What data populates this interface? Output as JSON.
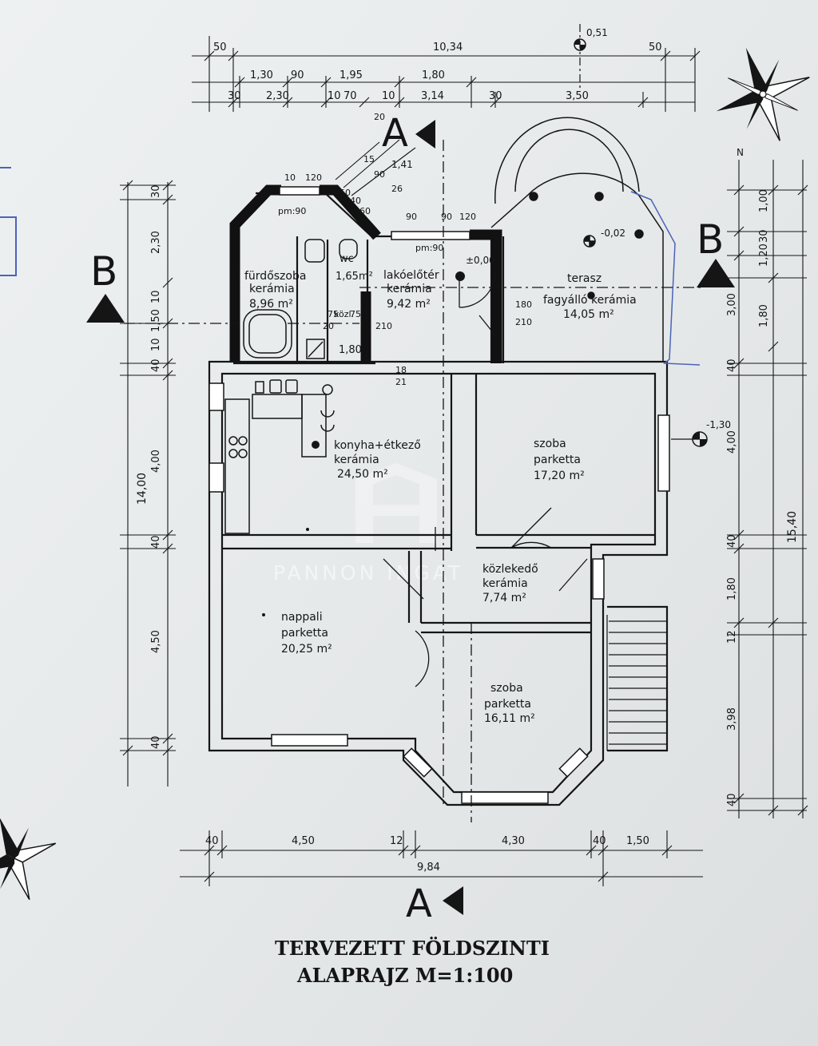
{
  "title": {
    "line1": "TERVEZETT FÖLDSZINTI",
    "line2": "ALAPRAJZ M=1:100"
  },
  "watermark": "PANNON INGAT",
  "section_markers": {
    "a": "A",
    "b": "B"
  },
  "compass_label": "N",
  "rooms": [
    {
      "name": "fürdőszoba",
      "floor": "kerámia",
      "area": "8,96 m²"
    },
    {
      "name": "wc",
      "floor": "",
      "area": "1,65m²"
    },
    {
      "name": "lakóelőtér",
      "floor": "kerámia",
      "area": "9,42 m²"
    },
    {
      "name": "terasz",
      "floor": "fagyálló kerámia",
      "area": "14,05 m²"
    },
    {
      "name": "konyha+étkező",
      "floor": "kerámia",
      "area": "24,50 m²"
    },
    {
      "name": "szoba",
      "floor": "parketta",
      "area": "17,20 m²"
    },
    {
      "name": "közlekedő",
      "floor": "kerámia",
      "area": "7,74 m²"
    },
    {
      "name": "nappali",
      "floor": "parketta",
      "area": "20,25 m²"
    },
    {
      "name": "szoba",
      "floor": "parketta",
      "area": "16,11 m²"
    }
  ],
  "small_labels": {
    "kozl": "közl.",
    "closet": "1,80",
    "pm90a": "pm:90",
    "pm90b": "pm:90",
    "v1": "18",
    "v2": "21",
    "w1": "180",
    "w2": "210",
    "w3": "75",
    "w4": "210",
    "w5": "75",
    "w6": "20"
  },
  "levels": {
    "entry": "±0,00",
    "terrace": "-0,02",
    "top": "0,51",
    "right": "-1,30"
  },
  "dimensions": {
    "top_row1": [
      "50",
      "10,34",
      "50"
    ],
    "top_row2": [
      "1,30",
      "90",
      "1,95",
      "1,80"
    ],
    "top_row3": [
      "30",
      "2,30",
      "10",
      "70",
      "10",
      "3,14",
      "30",
      "3,50"
    ],
    "diag": [
      "1,41",
      "15",
      "90",
      "26",
      "50",
      "40",
      "60",
      "20",
      "90",
      "90",
      "120"
    ],
    "top_window": [
      "10",
      "120"
    ],
    "left": [
      "30",
      "2,30",
      "10",
      "1,50",
      "10",
      "40",
      "4,00",
      "14,00",
      "40",
      "4,50",
      "40"
    ],
    "right_inner": [
      "1,00",
      "30",
      "1,20",
      "3,00",
      "1,80",
      "40",
      "4,00",
      "40",
      "1,80",
      "12",
      "3,98",
      "40"
    ],
    "right_outer": "15,40",
    "bottom_row1": [
      "40",
      "4,50",
      "12",
      "4,30",
      "40",
      "1,50"
    ],
    "bottom_row2": "9,84"
  }
}
